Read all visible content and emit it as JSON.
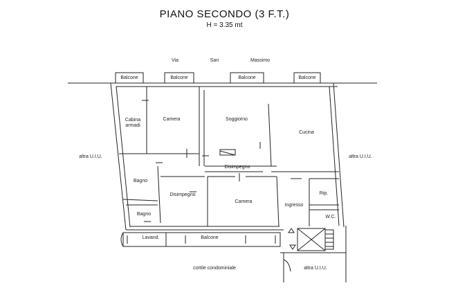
{
  "title": "PIANO SECONDO (3 F.T.)",
  "subtitle": "H = 3.35 mt",
  "street": {
    "word1": "Via",
    "word2": "San",
    "word3": "Massimo"
  },
  "balconies_top": [
    "Balcone",
    "Balcone",
    "Balcone",
    "Balcone"
  ],
  "rooms": {
    "cabina_armadi": "Cabina armadi",
    "camera_1": "Camera",
    "soggiorno": "Soggiorno",
    "cucina": "Cucina",
    "disimpegno_1": "Disimpegno",
    "bagno_1": "Bagno",
    "disimpegno_2": "Disimpegno",
    "camera_2": "Camera",
    "ingresso": "Ingresso",
    "rip": "Rip.",
    "wc": "W.C.",
    "bagno_2": "Bagno",
    "lavand": "Lavand.",
    "balcone_bottom": "Balcone"
  },
  "surroundings": {
    "left": "altra U.I.U.",
    "right": "altra U.I.U.",
    "courtyard": "cortile condominiale",
    "bottom_right": "altra U.I.U."
  },
  "colors": {
    "line": "#222222",
    "background": "#ffffff"
  }
}
